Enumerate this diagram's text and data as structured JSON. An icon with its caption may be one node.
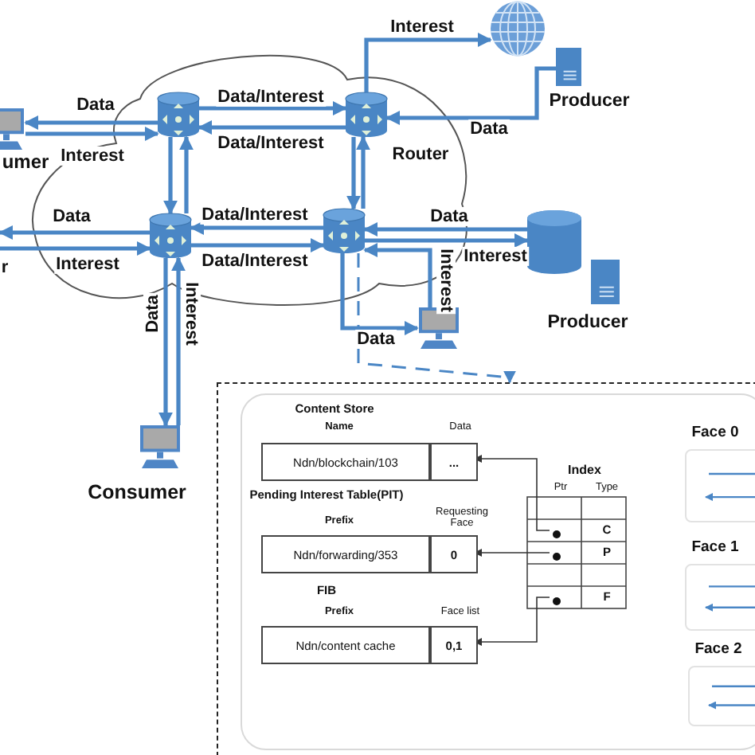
{
  "diagram": {
    "nodes": [
      {
        "text": [],
        "shape": "cloud"
      },
      {
        "text": [],
        "shape": "router",
        "in": 0
      },
      {
        "text": [],
        "shape": "router",
        "in": 0,
        "beside": [
          "Router"
        ]
      },
      {
        "text": [],
        "shape": "router",
        "in": 0
      },
      {
        "text": [],
        "shape": "router",
        "in": 0
      },
      {
        "text": [],
        "shape": "computer",
        "beside": [
          "umer"
        ]
      },
      {
        "text": [],
        "shape": "globe"
      },
      {
        "text": [],
        "shape": "server",
        "beside": [
          "Producer"
        ]
      },
      {
        "text": [],
        "shape": "cylinder"
      },
      {
        "text": [],
        "shape": "server",
        "beside": [
          "Producer"
        ]
      },
      {
        "text": [],
        "shape": "computer"
      },
      {
        "text": [],
        "shape": "computer",
        "beside": [
          "Consumer"
        ]
      },
      {
        "text": [],
        "shape": "box"
      },
      {
        "text": [],
        "shape": "box",
        "in": 12
      },
      {
        "text": [
          "Ndn/blockchain/103"
        ],
        "in": 13
      },
      {
        "text": [
          "..."
        ],
        "in": 13
      },
      {
        "text": [
          "Ndn/forwarding/353"
        ],
        "in": 13
      },
      {
        "text": [
          "0"
        ],
        "in": 13
      },
      {
        "text": [
          "Ndn/content cache"
        ],
        "in": 13
      },
      {
        "text": [
          "0,1"
        ],
        "in": 13
      },
      {
        "text": [],
        "shape": "circle",
        "in": 13
      },
      {
        "text": [],
        "shape": "circle",
        "in": 13
      },
      {
        "text": [],
        "shape": "circle",
        "in": 13
      },
      {
        "text": [
          "Face 0"
        ],
        "in": 13
      },
      {
        "text": [
          "Face 1"
        ],
        "in": 13
      },
      {
        "text": [
          "Face 2"
        ],
        "in": 13
      }
    ],
    "edges": [
      {
        "from": 1,
        "to": 5,
        "arrow": "to",
        "label": "Data"
      },
      {
        "from": 5,
        "to": 1,
        "arrow": "to",
        "label": "Interest"
      },
      {
        "from": 1,
        "to": 2,
        "arrow": "to",
        "label": "Data/Interest"
      },
      {
        "from": 2,
        "to": 1,
        "arrow": "to",
        "label": "Data/Interest"
      },
      {
        "from": 1,
        "to": 3,
        "arrow": "to"
      },
      {
        "from": 3,
        "to": 1,
        "arrow": "to"
      },
      {
        "from": 2,
        "to": 4,
        "arrow": "to"
      },
      {
        "from": 4,
        "to": 2,
        "arrow": "to"
      },
      {
        "from": 4,
        "to": 3,
        "arrow": "to",
        "label": "Data/Interest"
      },
      {
        "from": 3,
        "to": 4,
        "arrow": "to",
        "label": "Data/Interest"
      },
      {
        "from": 3,
        "to": null,
        "arrow": "to",
        "label": "Data"
      },
      {
        "from": null,
        "to": 3,
        "arrow": "to",
        "label": "Interest"
      },
      {
        "from": 2,
        "to": 6,
        "arrow": "to",
        "label": "Interest"
      },
      {
        "from": 7,
        "to": 2,
        "arrow": "to",
        "label": "Data"
      },
      {
        "from": 8,
        "to": 4,
        "arrow": "to",
        "label": "Data"
      },
      {
        "from": 4,
        "to": 8,
        "arrow": "to",
        "label": "Interest"
      },
      {
        "from": 10,
        "to": 4,
        "arrow": "to",
        "label": "Interest"
      },
      {
        "from": 4,
        "to": 10,
        "arrow": "to",
        "label": "Data"
      },
      {
        "from": 3,
        "to": 11,
        "arrow": "to",
        "label": "Data"
      },
      {
        "from": 11,
        "to": 3,
        "arrow": "to",
        "label": "Interest"
      },
      {
        "from": 4,
        "to": 12,
        "arrow": "to",
        "style": "dashed"
      },
      {
        "from": 20,
        "to": 15,
        "arrow": "to",
        "color": "#333333"
      },
      {
        "from": 21,
        "to": 17,
        "arrow": "to",
        "color": "#333333"
      },
      {
        "from": 22,
        "to": 19,
        "arrow": "to",
        "color": "#333333"
      }
    ],
    "labels": [
      "r",
      "Content Store",
      "Name",
      "Data",
      "Pending Interest Table(PIT)",
      "Prefix",
      "Requesting Face",
      "FIB",
      "Prefix",
      "Face list",
      "Index",
      "Ptr",
      "Type",
      "C",
      "P",
      "F"
    ]
  }
}
